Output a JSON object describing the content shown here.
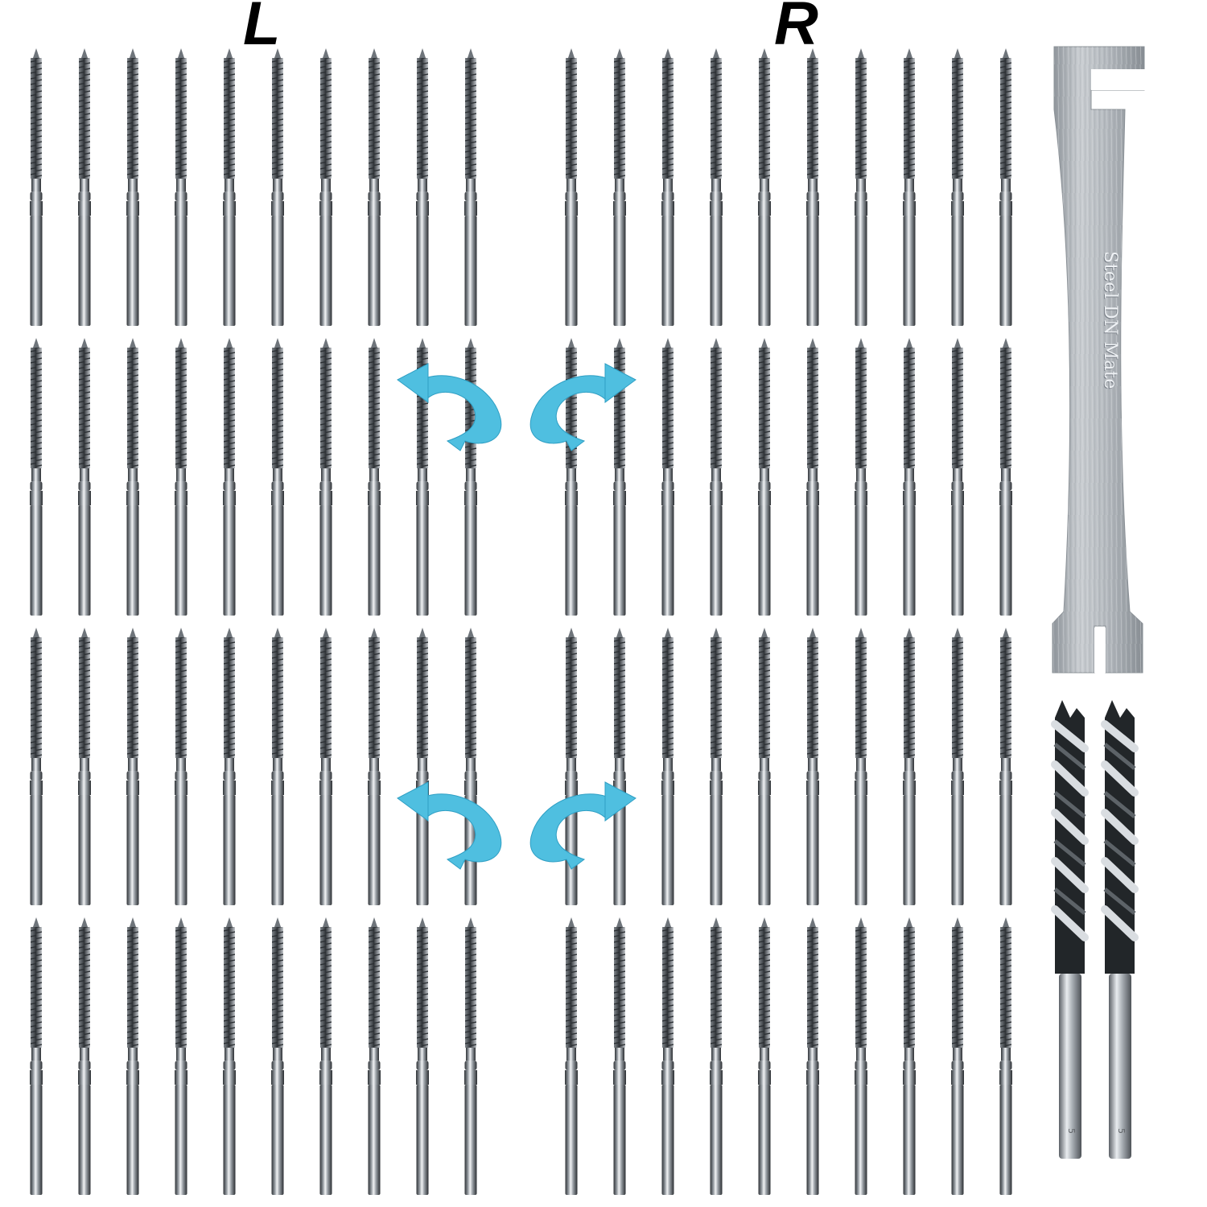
{
  "labels": {
    "left": "L",
    "right": "R"
  },
  "screws": {
    "rows": 4,
    "left_group_count": 10,
    "right_group_count": 10,
    "total": 80,
    "left_thread": "left-hand",
    "right_thread": "right-hand"
  },
  "wrench": {
    "engraving": "Steel DN Mate"
  },
  "drill_bits": {
    "count": 2,
    "size_mark": "5"
  },
  "arrows": {
    "count": 4,
    "color": "#4fbfe0",
    "directions": [
      "counter-clockwise",
      "clockwise",
      "counter-clockwise",
      "clockwise"
    ]
  },
  "colors": {
    "background": "#ffffff",
    "steel": "#9aa0a6",
    "arrow": "#4fbfe0"
  }
}
